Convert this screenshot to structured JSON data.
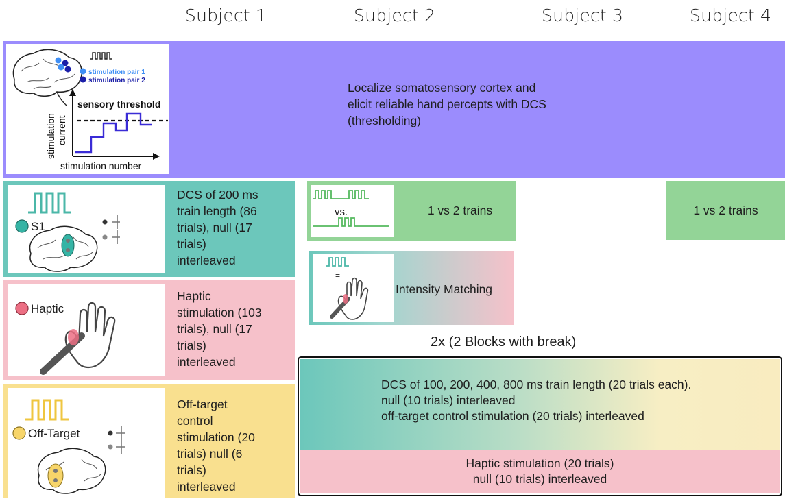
{
  "subjects": [
    "Subject 1",
    "Subject 2",
    "Subject 3",
    "Subject 4"
  ],
  "colors": {
    "purple": "#9b8cfd",
    "teal": "#6cc7bb",
    "pink": "#f6c1ca",
    "yellow": "#f9e08f",
    "green": "#93d497",
    "blue_line": "#3a2cd6",
    "dot_light": "#3f8ff5",
    "dot_dark": "#1b1fa8"
  },
  "threshold_panel": {
    "legend_pair1": "stimulation pair 1",
    "legend_pair2": "stimulation pair 2",
    "plot_title": "sensory threshold",
    "y_label_line1": "stimulation",
    "y_label_line2": "current",
    "x_label": "stimulation number",
    "description": [
      "Localize somatosensory cortex and",
      "elicit reliable hand percepts with DCS",
      "(thresholding)"
    ]
  },
  "conditions": {
    "s1": {
      "label": "S1",
      "description": [
        "DCS of 200 ms",
        "train length (86",
        "trials), null (17",
        "trials)",
        "interleaved"
      ]
    },
    "haptic": {
      "label": "Haptic",
      "description": [
        "Haptic",
        "stimulation (103",
        "trials), null (17",
        "trials)",
        "interleaved"
      ]
    },
    "offtarget": {
      "label": "Off-Target",
      "description": [
        "Off-target",
        "control",
        "stimulation (20",
        "trials) null  (6",
        "trials)",
        "interleaved"
      ]
    }
  },
  "trains": {
    "vs_label": "vs.",
    "subject2_label": "1 vs 2 trains",
    "subject4_label": "1 vs 2 trains"
  },
  "intensity": {
    "equals": "=",
    "label": "Intensity Matching"
  },
  "blocks": {
    "title": "2x (2 Blocks with break)",
    "dcs_lines": [
      "DCS of 100, 200, 400, 800 ms train length (20 trials each).",
      "null (10 trials) interleaved",
      "off-target control stimulation (20 trials) interleaved"
    ],
    "haptic_lines": [
      "Haptic stimulation (20 trials)",
      "null (10 trials) interleaved"
    ]
  }
}
